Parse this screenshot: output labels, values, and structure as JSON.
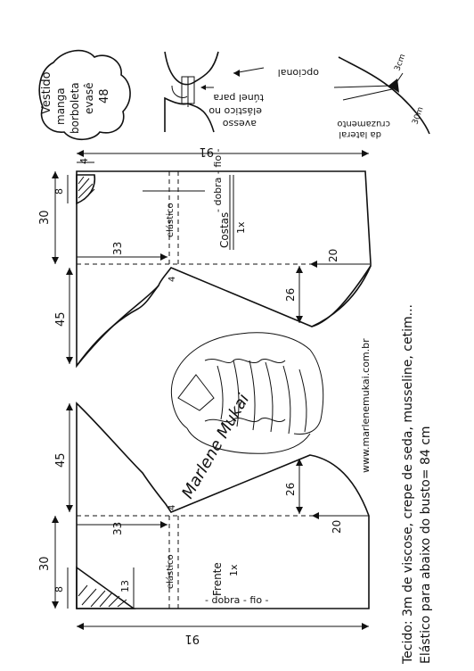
{
  "title_block": {
    "line1": "Vestido",
    "line2": "manga",
    "line3": "borboleta",
    "line4": "evasê",
    "size": "48"
  },
  "sleeve_detail": {
    "tunnel_line1": "túnel para",
    "tunnel_line2": "elástico no",
    "tunnel_line3": "avesso",
    "optional": "opcional",
    "side_seam_line1": "cruzamento",
    "side_seam_line2": "da lateral",
    "cm_a": "3cm",
    "cm_b": "30m"
  },
  "back_piece": {
    "name": "Costas",
    "qty": "1x",
    "fold": "- dobra - fio -",
    "elastic": "elástico",
    "dims": {
      "length": "91",
      "neck_depth": "8",
      "top_band": "30",
      "waist_from_top": "33",
      "sleeve": "45",
      "armhole_small": "4",
      "armhole_small2": "4",
      "hem_width": "20",
      "sleeve_width": "26"
    }
  },
  "front_piece": {
    "name": "Frente",
    "qty": "1x",
    "fold": "- dobra - fio -",
    "elastic": "elástico",
    "dims": {
      "length": "91",
      "neck_depth": "8",
      "neck_width": "13",
      "top_band": "30",
      "waist_from_top": "33",
      "sleeve": "45",
      "armhole_small": "4",
      "hem_width": "20",
      "sleeve_width": "26"
    }
  },
  "site": "www.marlenemukai.com.br",
  "notes": {
    "fabric": "Tecido: 3m de viscose, crepe de seda, musseline, cetim...",
    "elastic": "Elástico para abaixo do busto= 84 cm"
  },
  "signature": "Marlene Mukai"
}
